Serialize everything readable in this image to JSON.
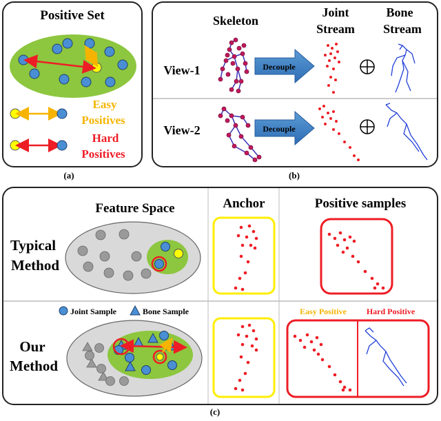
{
  "panel_a": {
    "title": "Positive Set",
    "easy_label_1": "Easy",
    "easy_label_2": "Positives",
    "hard_label_1": "Hard",
    "hard_label_2": "Positives",
    "caption": "(a)"
  },
  "panel_b": {
    "col_skeleton": "Skeleton",
    "col_joint_1": "Joint",
    "col_joint_2": "Stream",
    "col_bone_1": "Bone",
    "col_bone_2": "Stream",
    "row_1": "View-1",
    "row_2": "View-2",
    "arrow_label": "Decouple",
    "caption": "(b)"
  },
  "panel_c": {
    "col_feature": "Feature Space",
    "col_anchor": "Anchor",
    "col_positive": "Positive samples",
    "row_typical_1": "Typical",
    "row_typical_2": "Method",
    "row_our_1": "Our",
    "row_our_2": "Method",
    "legend_joint": "Joint Sample",
    "legend_bone": "Bone Sample",
    "easy_positive": "Easy Positive",
    "hard_positive": "Hard Positive",
    "caption": "(c)"
  },
  "colors": {
    "green": "#8dc63f",
    "blue_dot": "#4a8fd4",
    "yellow_dot": "#ffff00",
    "red": "#ee1c25",
    "orange": "#f6b400",
    "arrow_blue": "#3d7cc9",
    "gray_ellipse": "#d9d9d9",
    "gray_dot": "#9a9a9a"
  }
}
